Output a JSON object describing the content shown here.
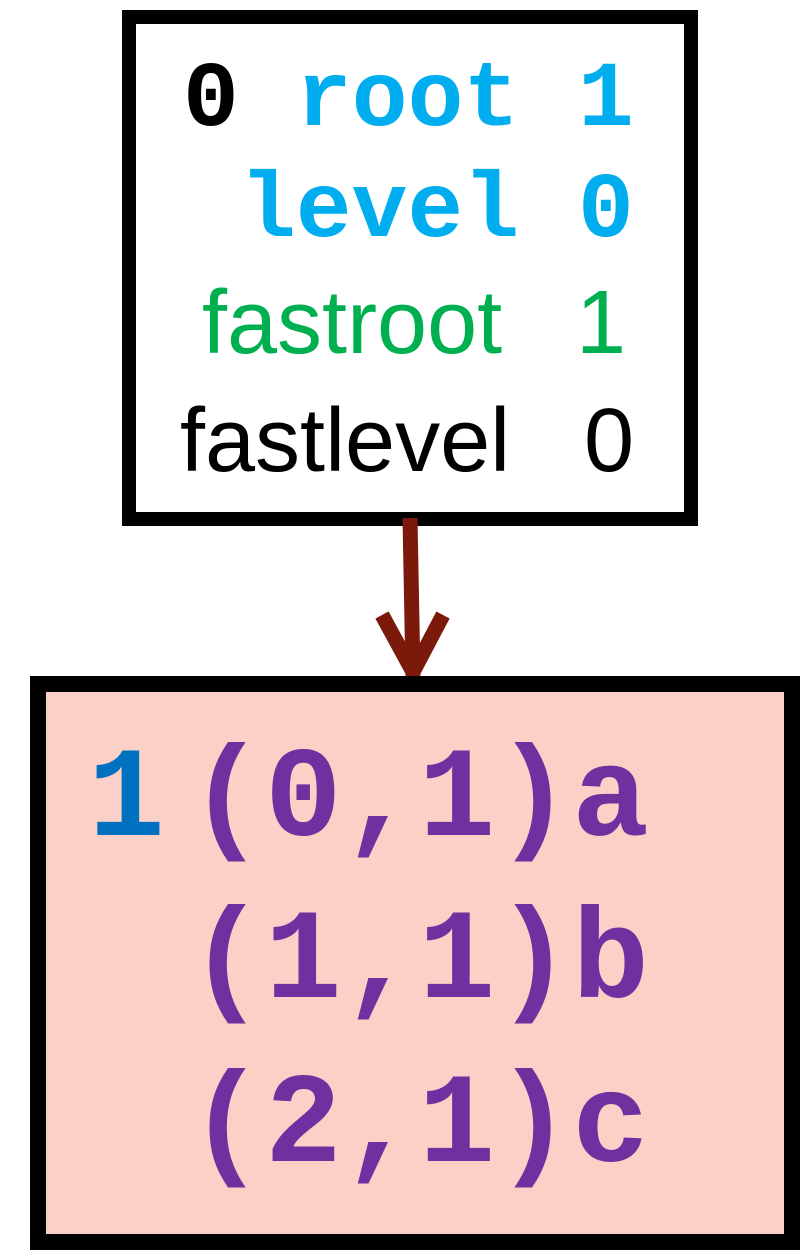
{
  "top_node": {
    "index": "0",
    "root_label": "root",
    "root_value": "1",
    "level_label": "level",
    "level_value": "0",
    "fastroot_label": "fastroot",
    "fastroot_value": "1",
    "fastlevel_label": "fastlevel",
    "fastlevel_value": "0"
  },
  "bottom_node": {
    "index": "1",
    "entries": [
      "(0,1)a",
      "(1,1)b",
      "(2,1)c"
    ]
  },
  "colors": {
    "cyan": "#00aeef",
    "green": "#00b050",
    "blue": "#0070c0",
    "purple": "#7030a0",
    "arrow": "#7b1a0a",
    "bottom_fill": "#fbd0c6"
  }
}
